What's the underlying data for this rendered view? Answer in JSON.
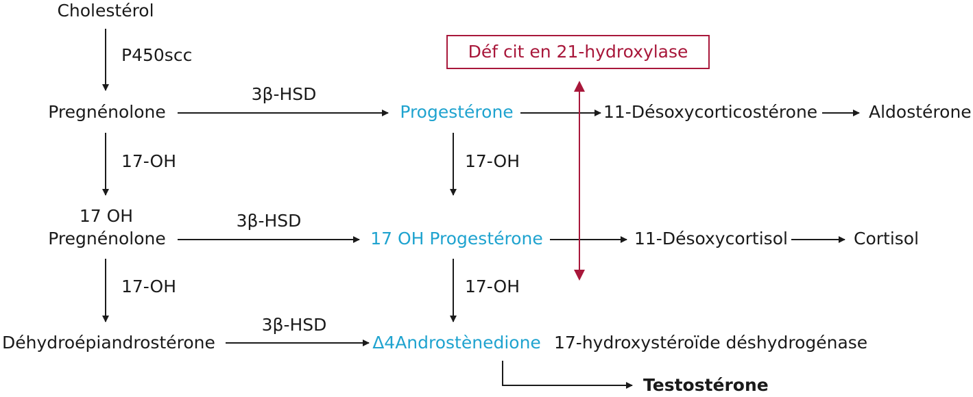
{
  "colors": {
    "text": "#1a1a1a",
    "highlight": "#1fa3cf",
    "deficit": "#a8173a"
  },
  "nodes": {
    "cholesterol": "Cholestérol",
    "pregnenolone": "Pregnénolone",
    "progesterone": "Progestérone",
    "desoxycorticosterone": "11-Désoxycorticostérone",
    "aldosterone": "Aldostérone",
    "oh_pregnenolone_line1": "17 OH",
    "oh_pregnenolone_line2": "Pregnénolone",
    "oh_progesterone": "17 OH Progestérone",
    "desoxycortisol": "11-Désoxycortisol",
    "cortisol": "Cortisol",
    "dhea": "Déhydroépiandrostérone",
    "androstenedione": "Δ4Androstènedione",
    "hsd17": "17-hydroxystéroïde déshydrogénase",
    "testosterone": "Testostérone"
  },
  "enzymes": {
    "p450scc": "P450scc",
    "hsd3b": "3β-HSD",
    "oh17": "17-OH"
  },
  "deficit": "Déf cit en 21-hydroxylase"
}
